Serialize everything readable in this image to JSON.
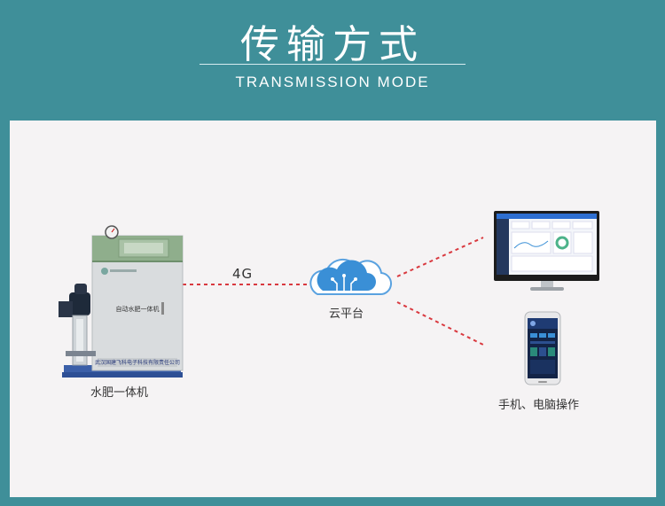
{
  "header": {
    "title": "传输方式",
    "subtitle": "TRANSMISSION MODE"
  },
  "diagram": {
    "machine_label": "水肥一体机",
    "machine_panel_text": "自动水肥一体机",
    "machine_company_text": "武汉国建飞科电子科技有限责任公司",
    "link_label": "4G",
    "cloud_label": "云平台",
    "devices_label": "手机、电脑操作"
  },
  "colors": {
    "background": "#3f8f99",
    "panel": "#f5f3f4",
    "dashed_link": "#d9393f",
    "cloud": "#3a8fd6"
  }
}
